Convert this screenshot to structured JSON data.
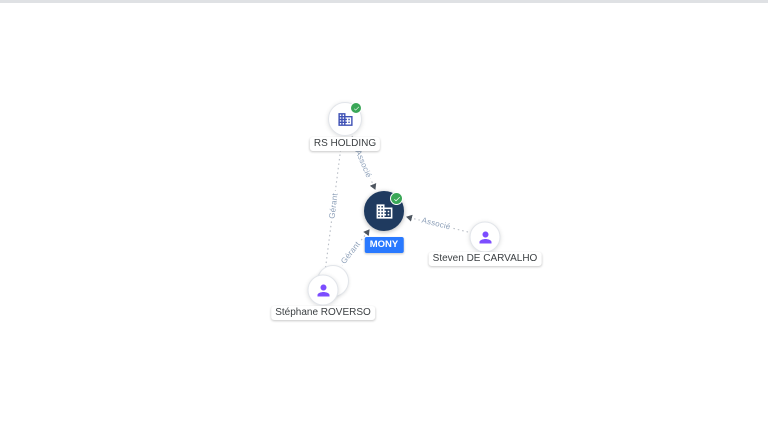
{
  "graph": {
    "nodes": [
      {
        "id": "rs-holding",
        "label": "RS HOLDING",
        "type": "company",
        "icon": "building-icon",
        "verified": true
      },
      {
        "id": "mony",
        "label": "MONY",
        "type": "company",
        "icon": "building-icon",
        "verified": true,
        "selected": true
      },
      {
        "id": "steven-de-carvalho",
        "label": "Steven DE CARVALHO",
        "type": "person",
        "icon": "person-icon"
      },
      {
        "id": "stephane-roverso",
        "label": "Stéphane ROVERSO",
        "type": "person",
        "icon": "person-icon",
        "stacked": true
      }
    ],
    "edges": [
      {
        "from": "rs-holding",
        "to": "mony",
        "label": "Associé"
      },
      {
        "from": "stephane-roverso",
        "to": "rs-holding",
        "label": "Gérant"
      },
      {
        "from": "stephane-roverso",
        "to": "mony",
        "label": "Gérant"
      },
      {
        "from": "steven-de-carvalho",
        "to": "mony",
        "label": "Associé"
      }
    ]
  },
  "colors": {
    "background": "#ffffff",
    "top_strip": "#dfe1e4",
    "selected_node_fill": "#1f3a5f",
    "selected_label_bg": "#2979ff",
    "selected_label_text": "#ffffff",
    "company_icon": "#3f51b5",
    "person_icon": "#7c4dff",
    "verified_badge": "#3aa757",
    "edge_line": "#b7bcc4",
    "edge_arrow": "#4e5660",
    "edge_label_text": "#8c9fb8",
    "node_label_text": "#3c4043"
  },
  "icons": {
    "company": "building-icon",
    "person": "person-icon",
    "verified": "check-badge-icon"
  }
}
